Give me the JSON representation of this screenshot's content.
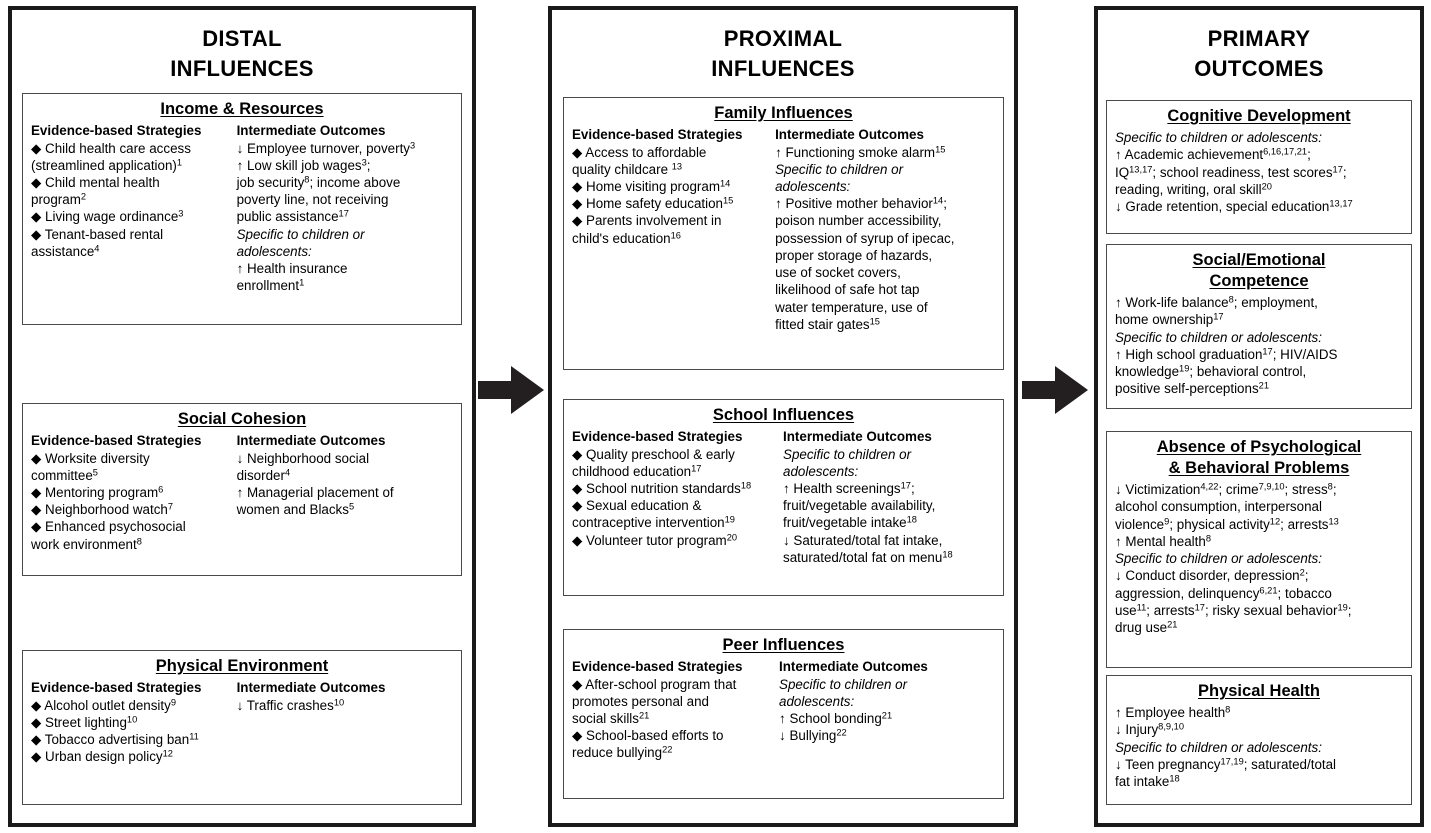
{
  "columns": [
    {
      "id": "distal",
      "title_lines": [
        "DISTAL",
        "INFLUENCES"
      ],
      "boxes": [
        {
          "title_lines": [
            "Income &amp; Resources"
          ],
          "strategies_head": "Evidence-based Strategies",
          "outcomes_head": "Intermediate Outcomes",
          "strategies": [
            "◆ Child health care access",
            "(streamlined application)<sup>1</sup>",
            "◆ Child mental health",
            "program<sup>2</sup>",
            "◆ Living wage ordinance<sup>3</sup>",
            "◆ Tenant-based rental",
            "assistance<sup>4</sup>"
          ],
          "outcomes": [
            "↓ Employee turnover, poverty<sup>3</sup>",
            "↑ Low skill job wages<sup>3</sup>;",
            "job security<sup>8</sup>; income above",
            "poverty line, not receiving",
            "public assistance<sup>17</sup>",
            "<i>Specific to children or</i>",
            "<i>adolescents:</i>",
            "↑ Health insurance",
            "enrollment<sup>1</sup>"
          ]
        },
        {
          "title_lines": [
            "Social Cohesion"
          ],
          "strategies_head": "Evidence-based Strategies",
          "outcomes_head": "Intermediate Outcomes",
          "strategies": [
            "◆ Worksite diversity",
            "committee<sup>5</sup>",
            "◆ Mentoring program<sup>6</sup>",
            "◆ Neighborhood watch<sup>7</sup>",
            "◆ Enhanced psychosocial",
            "work environment<sup>8</sup>"
          ],
          "outcomes": [
            "↓ Neighborhood social",
            "disorder<sup>4</sup>",
            "↑ Managerial placement of",
            "women and Blacks<sup>5</sup>"
          ]
        },
        {
          "title_lines": [
            "Physical Environment"
          ],
          "strategies_head": "Evidence-based Strategies",
          "outcomes_head": "Intermediate Outcomes",
          "strategies": [
            "◆ Alcohol outlet density<sup>9</sup>",
            "◆ Street lighting<sup>10</sup>",
            "◆ Tobacco advertising ban<sup>11</sup>",
            "◆ Urban design policy<sup>12</sup>"
          ],
          "outcomes": [
            "↓ Traffic crashes<sup>10</sup>"
          ]
        }
      ]
    },
    {
      "id": "proximal",
      "title_lines": [
        "PROXIMAL",
        "INFLUENCES"
      ],
      "boxes": [
        {
          "title_lines": [
            "Family Influences"
          ],
          "strategies_head": "Evidence-based Strategies",
          "outcomes_head": "Intermediate Outcomes",
          "strategies": [
            "◆ Access to affordable",
            "quality childcare <sup>13</sup>",
            "◆ Home visiting program<sup>14</sup>",
            "◆ Home safety education<sup>15</sup>",
            "◆ Parents involvement in",
            "child's education<sup>16</sup>"
          ],
          "outcomes": [
            "↑ Functioning smoke alarm<sup>15</sup>",
            "<i>Specific to children or</i>",
            "<i>adolescents:</i>",
            "↑ Positive mother behavior<sup>14</sup>;",
            "poison number accessibility,",
            "possession of syrup of ipecac,",
            "proper storage of hazards,",
            "use of socket covers,",
            "likelihood of safe hot tap",
            "water temperature, use of",
            "fitted stair gates<sup>15</sup>"
          ]
        },
        {
          "title_lines": [
            "School Influences"
          ],
          "strategies_head": "Evidence-based Strategies",
          "outcomes_head": "Intermediate Outcomes",
          "strategies": [
            "◆ Quality preschool &amp; early",
            "childhood education<sup>17</sup>",
            "◆ School nutrition standards<sup>18</sup>",
            "◆ Sexual education &amp;",
            "contraceptive intervention<sup>19</sup>",
            "◆ Volunteer tutor program<sup>20</sup>"
          ],
          "outcomes": [
            "<i>Specific to children or</i>",
            "<i>adolescents:</i>",
            "↑ Health screenings<sup>17</sup>;",
            "fruit/vegetable availability,",
            "fruit/vegetable intake<sup>18</sup>",
            "↓ Saturated/total fat intake,",
            "saturated/total fat on menu<sup>18</sup>"
          ]
        },
        {
          "title_lines": [
            "Peer Influences"
          ],
          "strategies_head": "Evidence-based Strategies",
          "outcomes_head": "Intermediate Outcomes",
          "strategies": [
            "◆ After-school program that",
            "promotes personal and",
            "social skills<sup>21</sup>",
            "◆ School-based efforts to",
            "reduce bullying<sup>22</sup>"
          ],
          "outcomes": [
            "<i>Specific to children or</i>",
            "<i>adolescents:</i>",
            "↑ School bonding<sup>21</sup>",
            "↓ Bullying<sup>22</sup>"
          ]
        }
      ]
    },
    {
      "id": "primary",
      "title_lines": [
        "PRIMARY",
        "OUTCOMES"
      ],
      "boxes": [
        {
          "title_lines": [
            "Cognitive Development"
          ],
          "lines": [
            "<i>Specific to children or adolescents:</i>",
            "↑ Academic achievement<sup>6,16,17,21</sup>;",
            "IQ<sup>13,17</sup>; school readiness, test scores<sup>17</sup>;",
            "reading, writing, oral skill<sup>20</sup>",
            "↓ Grade retention, special education<sup>13,17</sup>"
          ]
        },
        {
          "title_lines": [
            "Social/Emotional",
            "Competence"
          ],
          "lines": [
            "↑ Work-life balance<sup>8</sup>; employment,",
            "home ownership<sup>17</sup>",
            "<i>Specific to children or adolescents:</i>",
            "↑ High school graduation<sup>17</sup>; HIV/AIDS",
            "knowledge<sup>19</sup>; behavioral control,",
            "positive self-perceptions<sup>21</sup>"
          ]
        },
        {
          "title_lines": [
            "Absence of Psychological",
            "&amp; Behavioral Problems"
          ],
          "lines": [
            "↓ Victimization<sup>4,22</sup>; crime<sup>7,9,10</sup>; stress<sup>8</sup>;",
            "alcohol consumption, interpersonal",
            "violence<sup>9</sup>; physical activity<sup>12</sup>; arrests<sup>13</sup>",
            "↑ Mental health<sup>8</sup>",
            "<i>Specific to children or adolescents:</i>",
            "↓ Conduct disorder, depression<sup>2</sup>;",
            "aggression, delinquency<sup>6,21</sup>; tobacco",
            "use<sup>11</sup>; arrests<sup>17</sup>; risky sexual behavior<sup>19</sup>;",
            "drug use<sup>21</sup>"
          ]
        },
        {
          "title_lines": [
            "Physical Health"
          ],
          "lines": [
            "↑ Employee health<sup>8</sup>",
            "↓ Injury<sup>8,9,10</sup>",
            "<i>Specific to children or adolescents:</i>",
            "↓ Teen pregnancy<sup>17,19</sup>; saturated/total",
            "fat intake<sup>18</sup>"
          ]
        }
      ]
    }
  ],
  "arrows": [
    {
      "name": "arrow-distal-to-proximal"
    },
    {
      "name": "arrow-proximal-to-primary"
    }
  ],
  "colors": {
    "panel_border": "#1a1a1a",
    "box_border": "#4a4a4a",
    "arrow_fill": "#231f20",
    "background": "#ffffff",
    "text": "#000000"
  }
}
